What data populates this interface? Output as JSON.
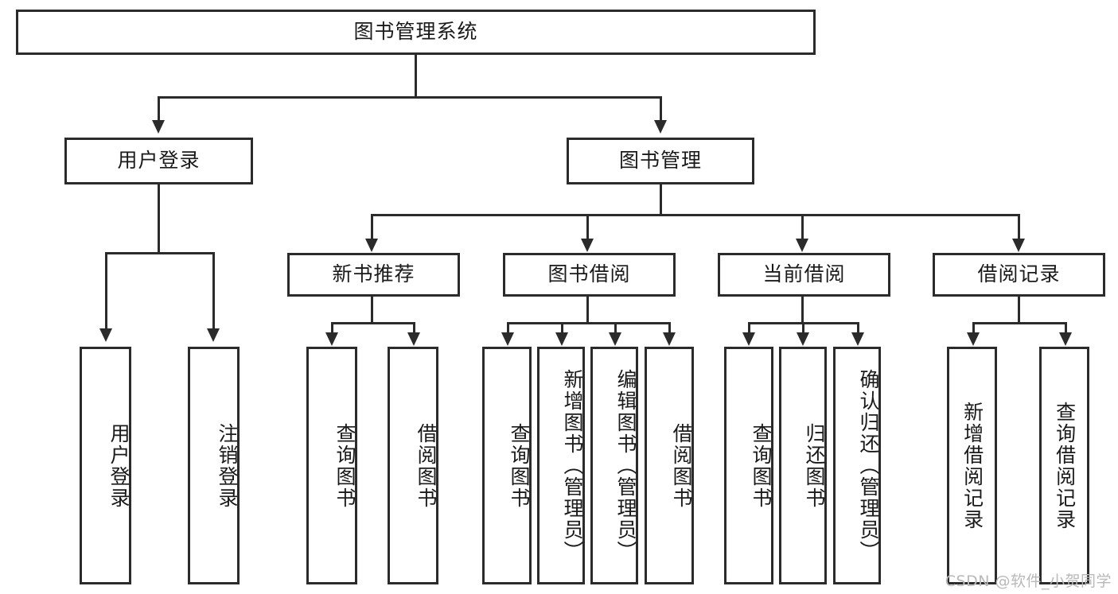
{
  "diagram": {
    "type": "tree-hierarchy",
    "title": "图书管理系统",
    "root": {
      "id": "root",
      "label": "图书管理系统",
      "orientation": "horizontal"
    },
    "level2": [
      {
        "id": "user-login",
        "label": "用户登录",
        "orientation": "horizontal"
      },
      {
        "id": "book-manage",
        "label": "图书管理",
        "orientation": "horizontal"
      }
    ],
    "level3": [
      {
        "id": "new-book-rec",
        "label": "新书推荐",
        "orientation": "horizontal",
        "parent": "book-manage"
      },
      {
        "id": "book-borrow",
        "label": "图书借阅",
        "orientation": "horizontal",
        "parent": "book-manage"
      },
      {
        "id": "current-borrow",
        "label": "当前借阅",
        "orientation": "horizontal",
        "parent": "book-manage"
      },
      {
        "id": "borrow-record",
        "label": "借阅记录",
        "orientation": "horizontal",
        "parent": "book-manage"
      }
    ],
    "leaves": [
      {
        "id": "leaf-user-login",
        "label": "用户登录",
        "orientation": "vertical",
        "parent": "user-login"
      },
      {
        "id": "leaf-user-logout",
        "label": "注销登录",
        "orientation": "vertical",
        "parent": "user-login"
      },
      {
        "id": "leaf-query-book-1",
        "label": "查询图书",
        "orientation": "vertical",
        "parent": "new-book-rec"
      },
      {
        "id": "leaf-borrow-book-1",
        "label": "借阅图书",
        "orientation": "vertical",
        "parent": "new-book-rec"
      },
      {
        "id": "leaf-query-book-2",
        "label": "查询图书",
        "orientation": "vertical",
        "parent": "book-borrow"
      },
      {
        "id": "leaf-add-book",
        "label": "新增图书（管理员）",
        "orientation": "vertical",
        "parent": "book-borrow"
      },
      {
        "id": "leaf-edit-book",
        "label": "编辑图书（管理员）",
        "orientation": "vertical",
        "parent": "book-borrow"
      },
      {
        "id": "leaf-borrow-book-2",
        "label": "借阅图书",
        "orientation": "vertical",
        "parent": "book-borrow"
      },
      {
        "id": "leaf-query-book-3",
        "label": "查询图书",
        "orientation": "vertical",
        "parent": "current-borrow"
      },
      {
        "id": "leaf-return-book",
        "label": "归还图书",
        "orientation": "vertical",
        "parent": "current-borrow"
      },
      {
        "id": "leaf-confirm-return",
        "label": "确认归还（管理员）",
        "orientation": "vertical",
        "parent": "current-borrow"
      },
      {
        "id": "leaf-add-record",
        "label": "新增借阅记录",
        "orientation": "vertical",
        "parent": "borrow-record"
      },
      {
        "id": "leaf-query-record",
        "label": "查询借阅记录",
        "orientation": "vertical",
        "parent": "borrow-record"
      }
    ],
    "colors": {
      "stroke": "#2b2b2b",
      "fill": "#ffffff",
      "text": "#1a1a1a",
      "watermark": "#b9b9b9"
    }
  },
  "watermark": {
    "text": "CSDN @软件_小贺同学"
  }
}
